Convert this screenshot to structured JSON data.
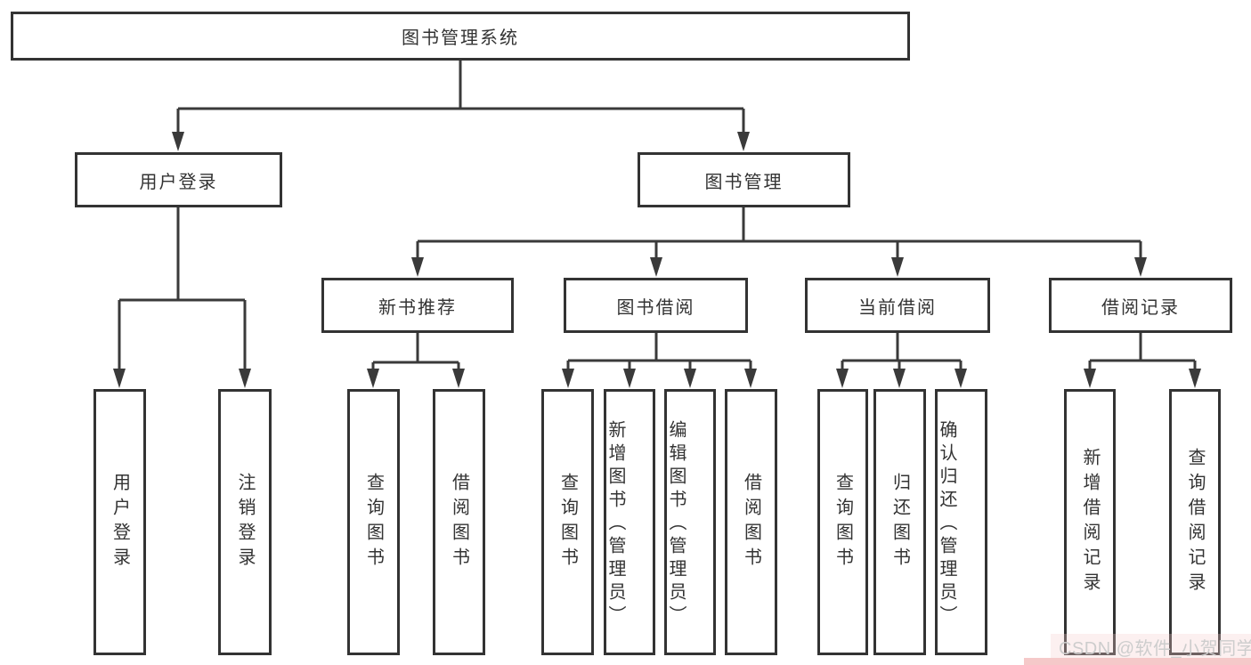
{
  "diagram_title": "图书管理系统",
  "tree": {
    "root": "图书管理系统",
    "level2": [
      {
        "label": "用户登录",
        "leaves": [
          "用户登录",
          "注销登录"
        ]
      },
      {
        "label": "图书管理",
        "level3": [
          {
            "label": "新书推荐",
            "leaves": [
              "查询图书",
              "借阅图书"
            ]
          },
          {
            "label": "图书借阅",
            "leaves": [
              "查询图书",
              "新增图书（管理员）",
              "编辑图书（管理员）",
              "借阅图书"
            ]
          },
          {
            "label": "当前借阅",
            "leaves": [
              "查询图书",
              "归还图书",
              "确认归还（管理员）"
            ]
          },
          {
            "label": "借阅记录",
            "leaves": [
              "新增借阅记录",
              "查询借阅记录"
            ]
          }
        ]
      }
    ]
  },
  "watermark": {
    "text": "CSDN @软件_小贺同学"
  },
  "colors": {
    "line": "#3a3a3a",
    "box_border": "#333333",
    "text": "#333333",
    "background": "#ffffff",
    "watermark_text": "#cdcdcd",
    "watermark_band": "#f5c9c9"
  }
}
